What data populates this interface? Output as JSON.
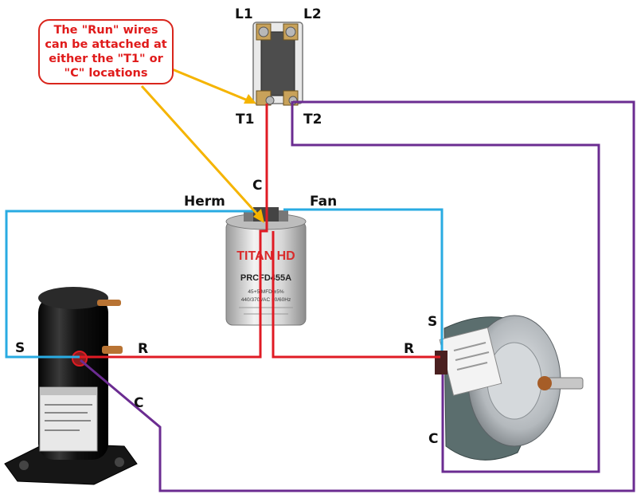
{
  "callout": {
    "text": "The \"Run\" wires can be attached at either the \"T1\" or \"C\" locations"
  },
  "contactor": {
    "label_l1": "L1",
    "label_l2": "L2",
    "label_t1": "T1",
    "label_t2": "T2"
  },
  "capacitor": {
    "label_c": "C",
    "label_herm": "Herm",
    "label_fan": "Fan",
    "brand": "TITAN HD",
    "model": "PRCFD455A",
    "rating_1": "45+5 MFD ±5%",
    "rating_2": "440/370VAC 50/60Hz"
  },
  "compressor": {
    "label_s": "S",
    "label_r": "R",
    "label_c": "C"
  },
  "fan_motor": {
    "label_s": "S",
    "label_r": "R",
    "label_c": "C"
  },
  "colors": {
    "run_wire": "#e01b24",
    "start_wire": "#29abe2",
    "common_wire": "#6b2c91",
    "callout_arrow": "#f5b400",
    "callout_text": "#e01b1b"
  }
}
